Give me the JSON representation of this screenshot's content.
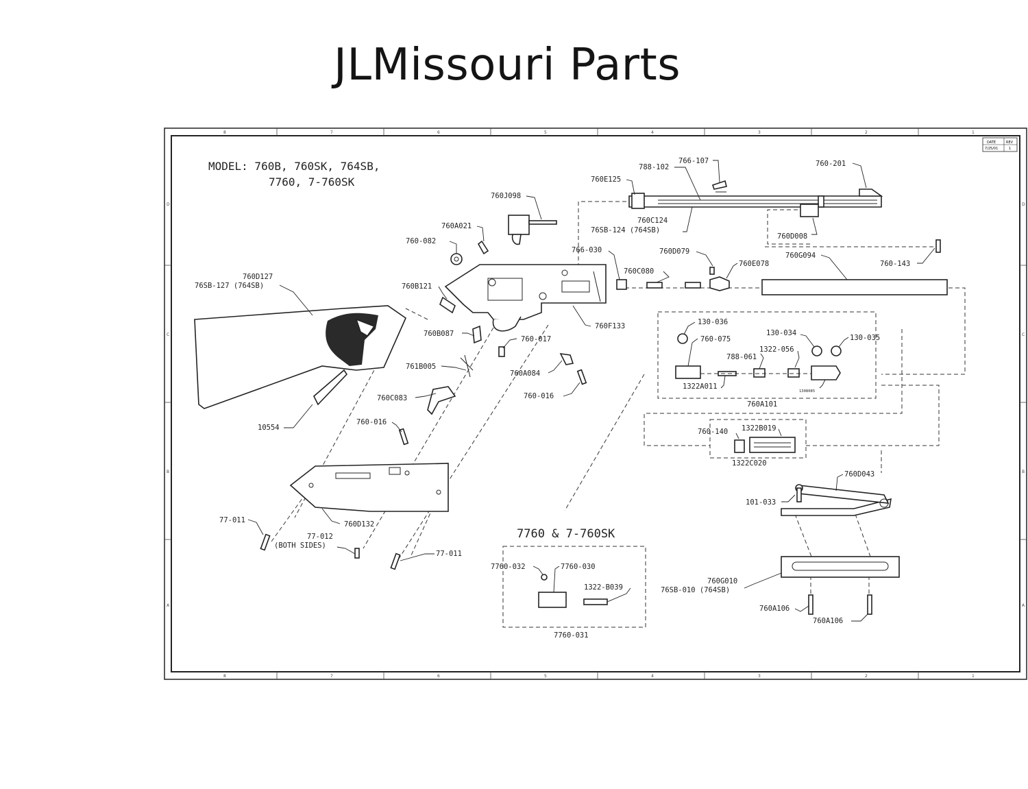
{
  "header": {
    "title": "JLMissouri  Parts"
  },
  "diagram": {
    "model_line1": "MODEL: 760B, 760SK, 764SB,",
    "model_line2": "7760, 7-760SK",
    "variant_title": "7760 & 7-760SK",
    "border_ticks_top": [
      "8",
      "7",
      "6",
      "5",
      "4",
      "3",
      "2",
      "1"
    ],
    "border_ticks_side": [
      "D",
      "C",
      "B",
      "A"
    ],
    "title_block": {
      "col1": "DATE",
      "col2": "REV",
      "val1": "7/25/01",
      "val2": "1"
    },
    "labels": {
      "p788_102": "788-102",
      "p766_107": "766-107",
      "p760_201": "760-201",
      "p760E125": "760E125",
      "p760C124": "760C124",
      "p76SB_124": "76SB-124 (764SB)",
      "p760D008": "760D008",
      "p760J098": "760J098",
      "p760A021": "760A021",
      "p760_082": "760-082",
      "p766_030": "766-030",
      "p760D079": "760D079",
      "p760G094": "760G094",
      "p760_143": "760-143",
      "p760C080": "760C080",
      "p760E078": "760E078",
      "p760D127": "760D127",
      "p76SB_127": "76SB-127 (764SB)",
      "p760B121": "760B121",
      "p760F133": "760F133",
      "p760B087": "760B087",
      "p760_017": "760-017",
      "p761B005": "761B005",
      "p760A084": "760A084",
      "p760_016a": "760-016",
      "p760C083": "760C083",
      "p760_016b": "760-016",
      "p10554": "10554",
      "p130_036": "130-036",
      "p760_075": "760-075",
      "p130_034": "130-034",
      "p130_035": "130-035",
      "p1322_056": "1322-056",
      "p788_061": "788-061",
      "p1322A011": "1322A011",
      "p1308085": "1308085",
      "p760A101": "760A101",
      "p760_140": "760-140",
      "p1322B019": "1322B019",
      "p1322C020": "1322C020",
      "p760D043": "760D043",
      "p101_033": "101-033",
      "p760D132": "760D132",
      "p77_011a": "77-011",
      "p77_012": "77-012",
      "p77_012_note": "(BOTH SIDES)",
      "p77_011b": "77-011",
      "p7760_032": "7760-032",
      "p7760_030": "7760-030",
      "p1322_B039": "1322-B039",
      "p7760_031": "7760-031",
      "p760G010": "760G010",
      "p76SB_010": "76SB-010 (764SB)",
      "p760A106a": "760A106",
      "p760A106b": "760A106"
    }
  }
}
